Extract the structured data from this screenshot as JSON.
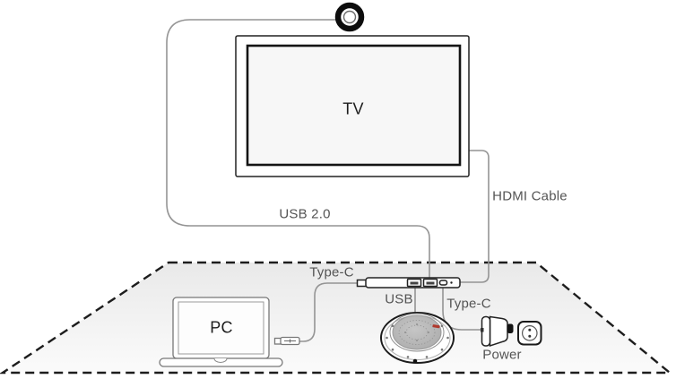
{
  "diagram": {
    "device_labels": {
      "tv": "TV",
      "pc": "PC"
    },
    "cable_labels": {
      "usb2": "USB 2.0",
      "hdmi": "HDMI Cable",
      "typec_pc": "Type-C",
      "usb_speaker": "USB",
      "typec_power": "Type-C",
      "power": "Power"
    },
    "components": [
      {
        "name": "webcam-icon"
      },
      {
        "name": "tv-display"
      },
      {
        "name": "usb-hub"
      },
      {
        "name": "speakerphone"
      },
      {
        "name": "laptop"
      },
      {
        "name": "power-adapter"
      },
      {
        "name": "wall-socket"
      },
      {
        "name": "table-surface"
      }
    ],
    "colors": {
      "cable": "#949494",
      "outline": "#222222",
      "label_text": "#545454",
      "device_text": "#1d1d1d",
      "table_border": "#1d1d1d",
      "table_fill_top": "#e9e9e9",
      "table_fill_bottom": "#fbfbfb",
      "screen_fill": "#f7f7f7",
      "speaker_disk": "#b5b5b5",
      "accent_red": "#b03a2e"
    }
  }
}
